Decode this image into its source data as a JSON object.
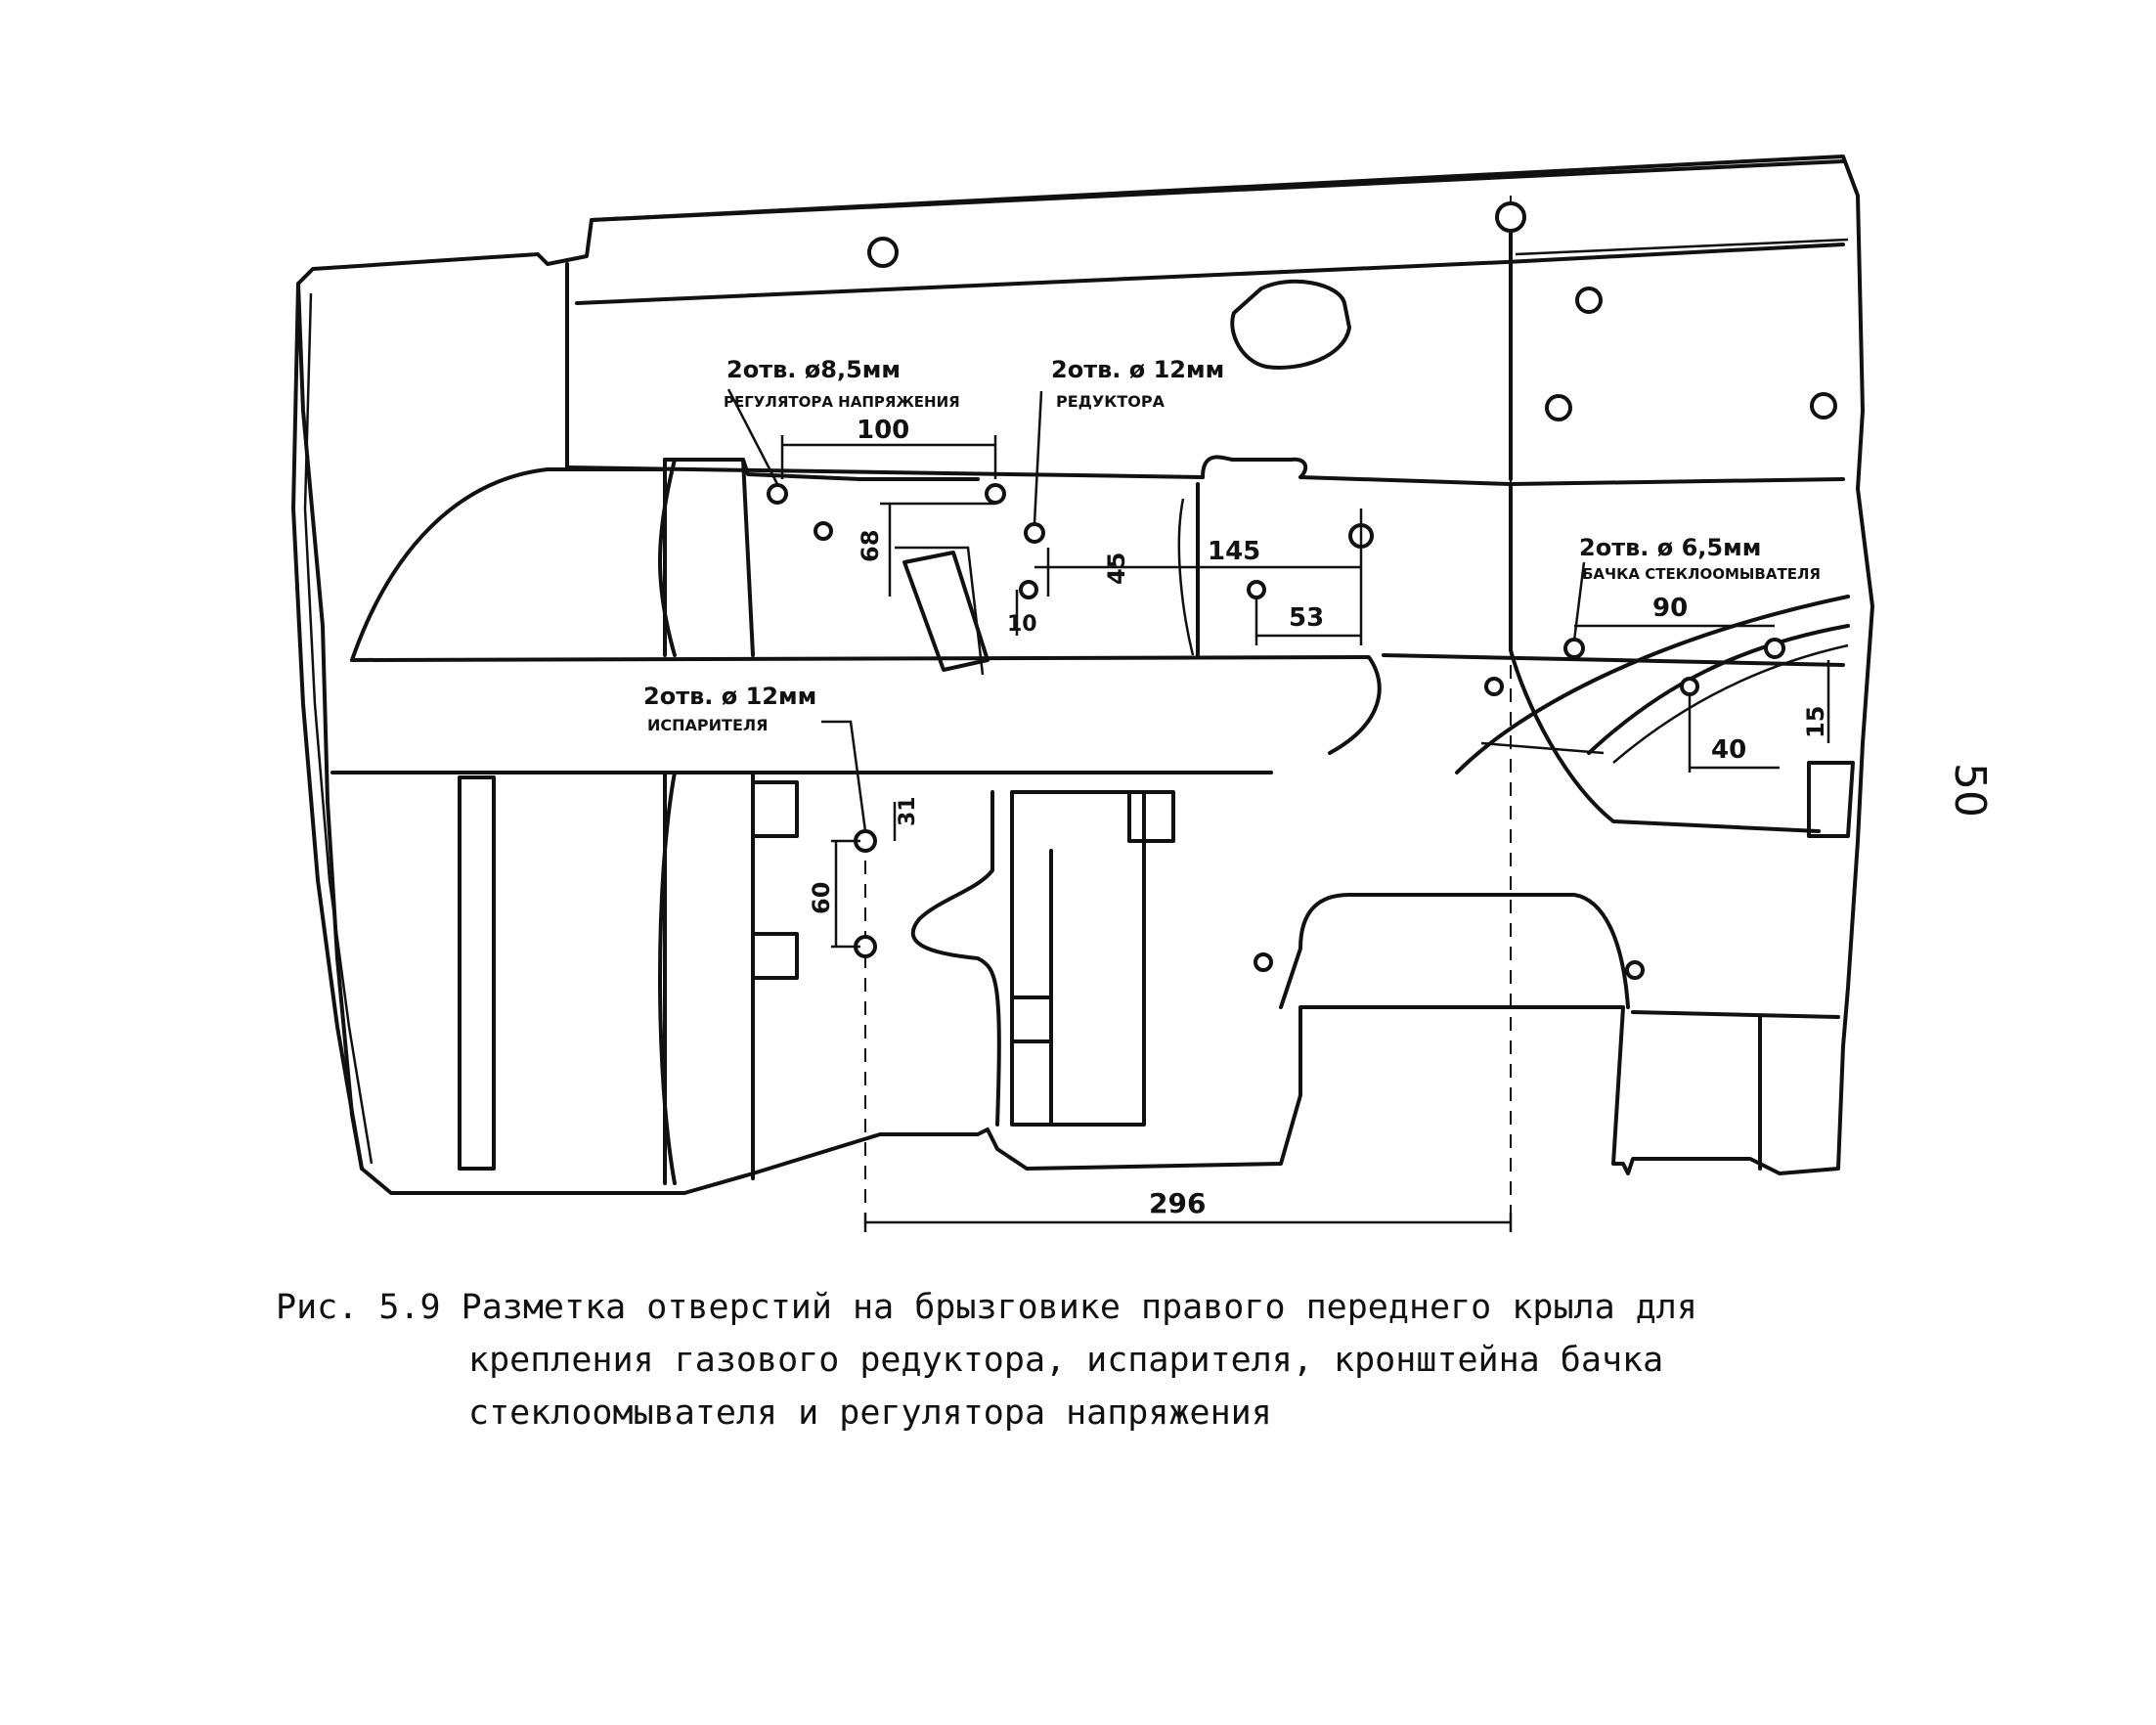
{
  "labels": {
    "reg_holes": "2отв. ø8,5мм",
    "reg_name": "РЕГУЛЯТОРА НАПРЯЖЕНИЯ",
    "red_holes": "2отв. ø 12мм",
    "red_name": "РЕДУКТОРА",
    "bak_holes": "2отв. ø 6,5мм",
    "bak_name": "БАЧКА СТЕКЛООМЫВАТЕЛЯ",
    "isp_holes": "2отв. ø 12мм",
    "isp_name": "ИСПАРИТЕЛЯ"
  },
  "dims": {
    "d100": "100",
    "d68": "68",
    "d45": "45",
    "d10": "10",
    "d145": "145",
    "d53": "53",
    "d90": "90",
    "d40": "40",
    "d15": "15",
    "d31": "31",
    "d60": "60",
    "d296": "296"
  },
  "caption": {
    "line1": "Рис. 5.9 Разметка отверстий на брызговике правого переднего крыла для",
    "line2": "крепления газового редуктора, испарителя, кронштейна бачка",
    "line3": "стеклоомывателя и регулятора напряжения"
  },
  "page_number": "50"
}
